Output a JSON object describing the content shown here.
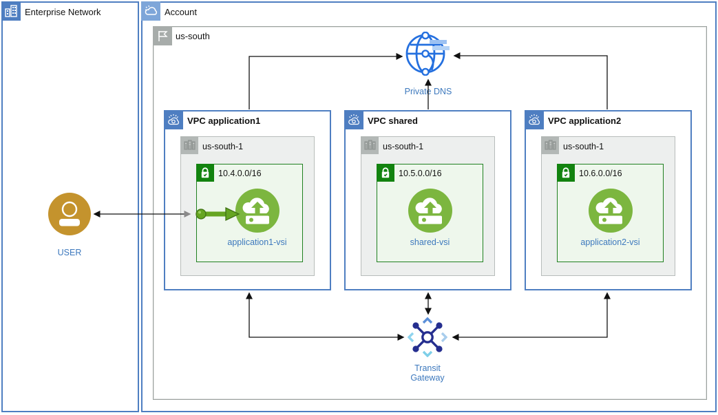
{
  "diagram": {
    "enterprise_network": {
      "label": "Enterprise Network"
    },
    "account": {
      "label": "Account"
    },
    "region": {
      "label": "us-south"
    },
    "user": {
      "label": "USER"
    },
    "private_dns": {
      "label": "Private DNS"
    },
    "transit_gateway": {
      "lines": [
        "Transit",
        "Gateway"
      ]
    },
    "vpcs": [
      {
        "label": "VPC application1",
        "zone": {
          "label": "us-south-1"
        },
        "subnet": {
          "cidr": "10.4.0.0/16"
        },
        "vsi": {
          "label": "application1-vsi"
        }
      },
      {
        "label": "VPC shared",
        "zone": {
          "label": "us-south-1"
        },
        "subnet": {
          "cidr": "10.5.0.0/16"
        },
        "vsi": {
          "label": "shared-vsi"
        }
      },
      {
        "label": "VPC application2",
        "zone": {
          "label": "us-south-1"
        },
        "subnet": {
          "cidr": "10.6.0.0/16"
        },
        "vsi": {
          "label": "application2-vsi"
        }
      }
    ],
    "colors": {
      "box_blue": "#4e7ec1",
      "account_icon_blue": "#7ea6d9",
      "region_gray": "#a7acaa",
      "zone_bg": "#edefee",
      "zone_icon_gray": "#b3b8b6",
      "subnet_green": "#12830f",
      "subnet_bg": "#eef7ec",
      "vsi_green": "#7cb63f",
      "label_blue": "#3c78bd",
      "user_gold": "#c4932d",
      "dns_blue": "#2570df",
      "tg_navy": "#252e8f",
      "arrow_black": "#111111",
      "connector_green": "#66a522"
    }
  }
}
